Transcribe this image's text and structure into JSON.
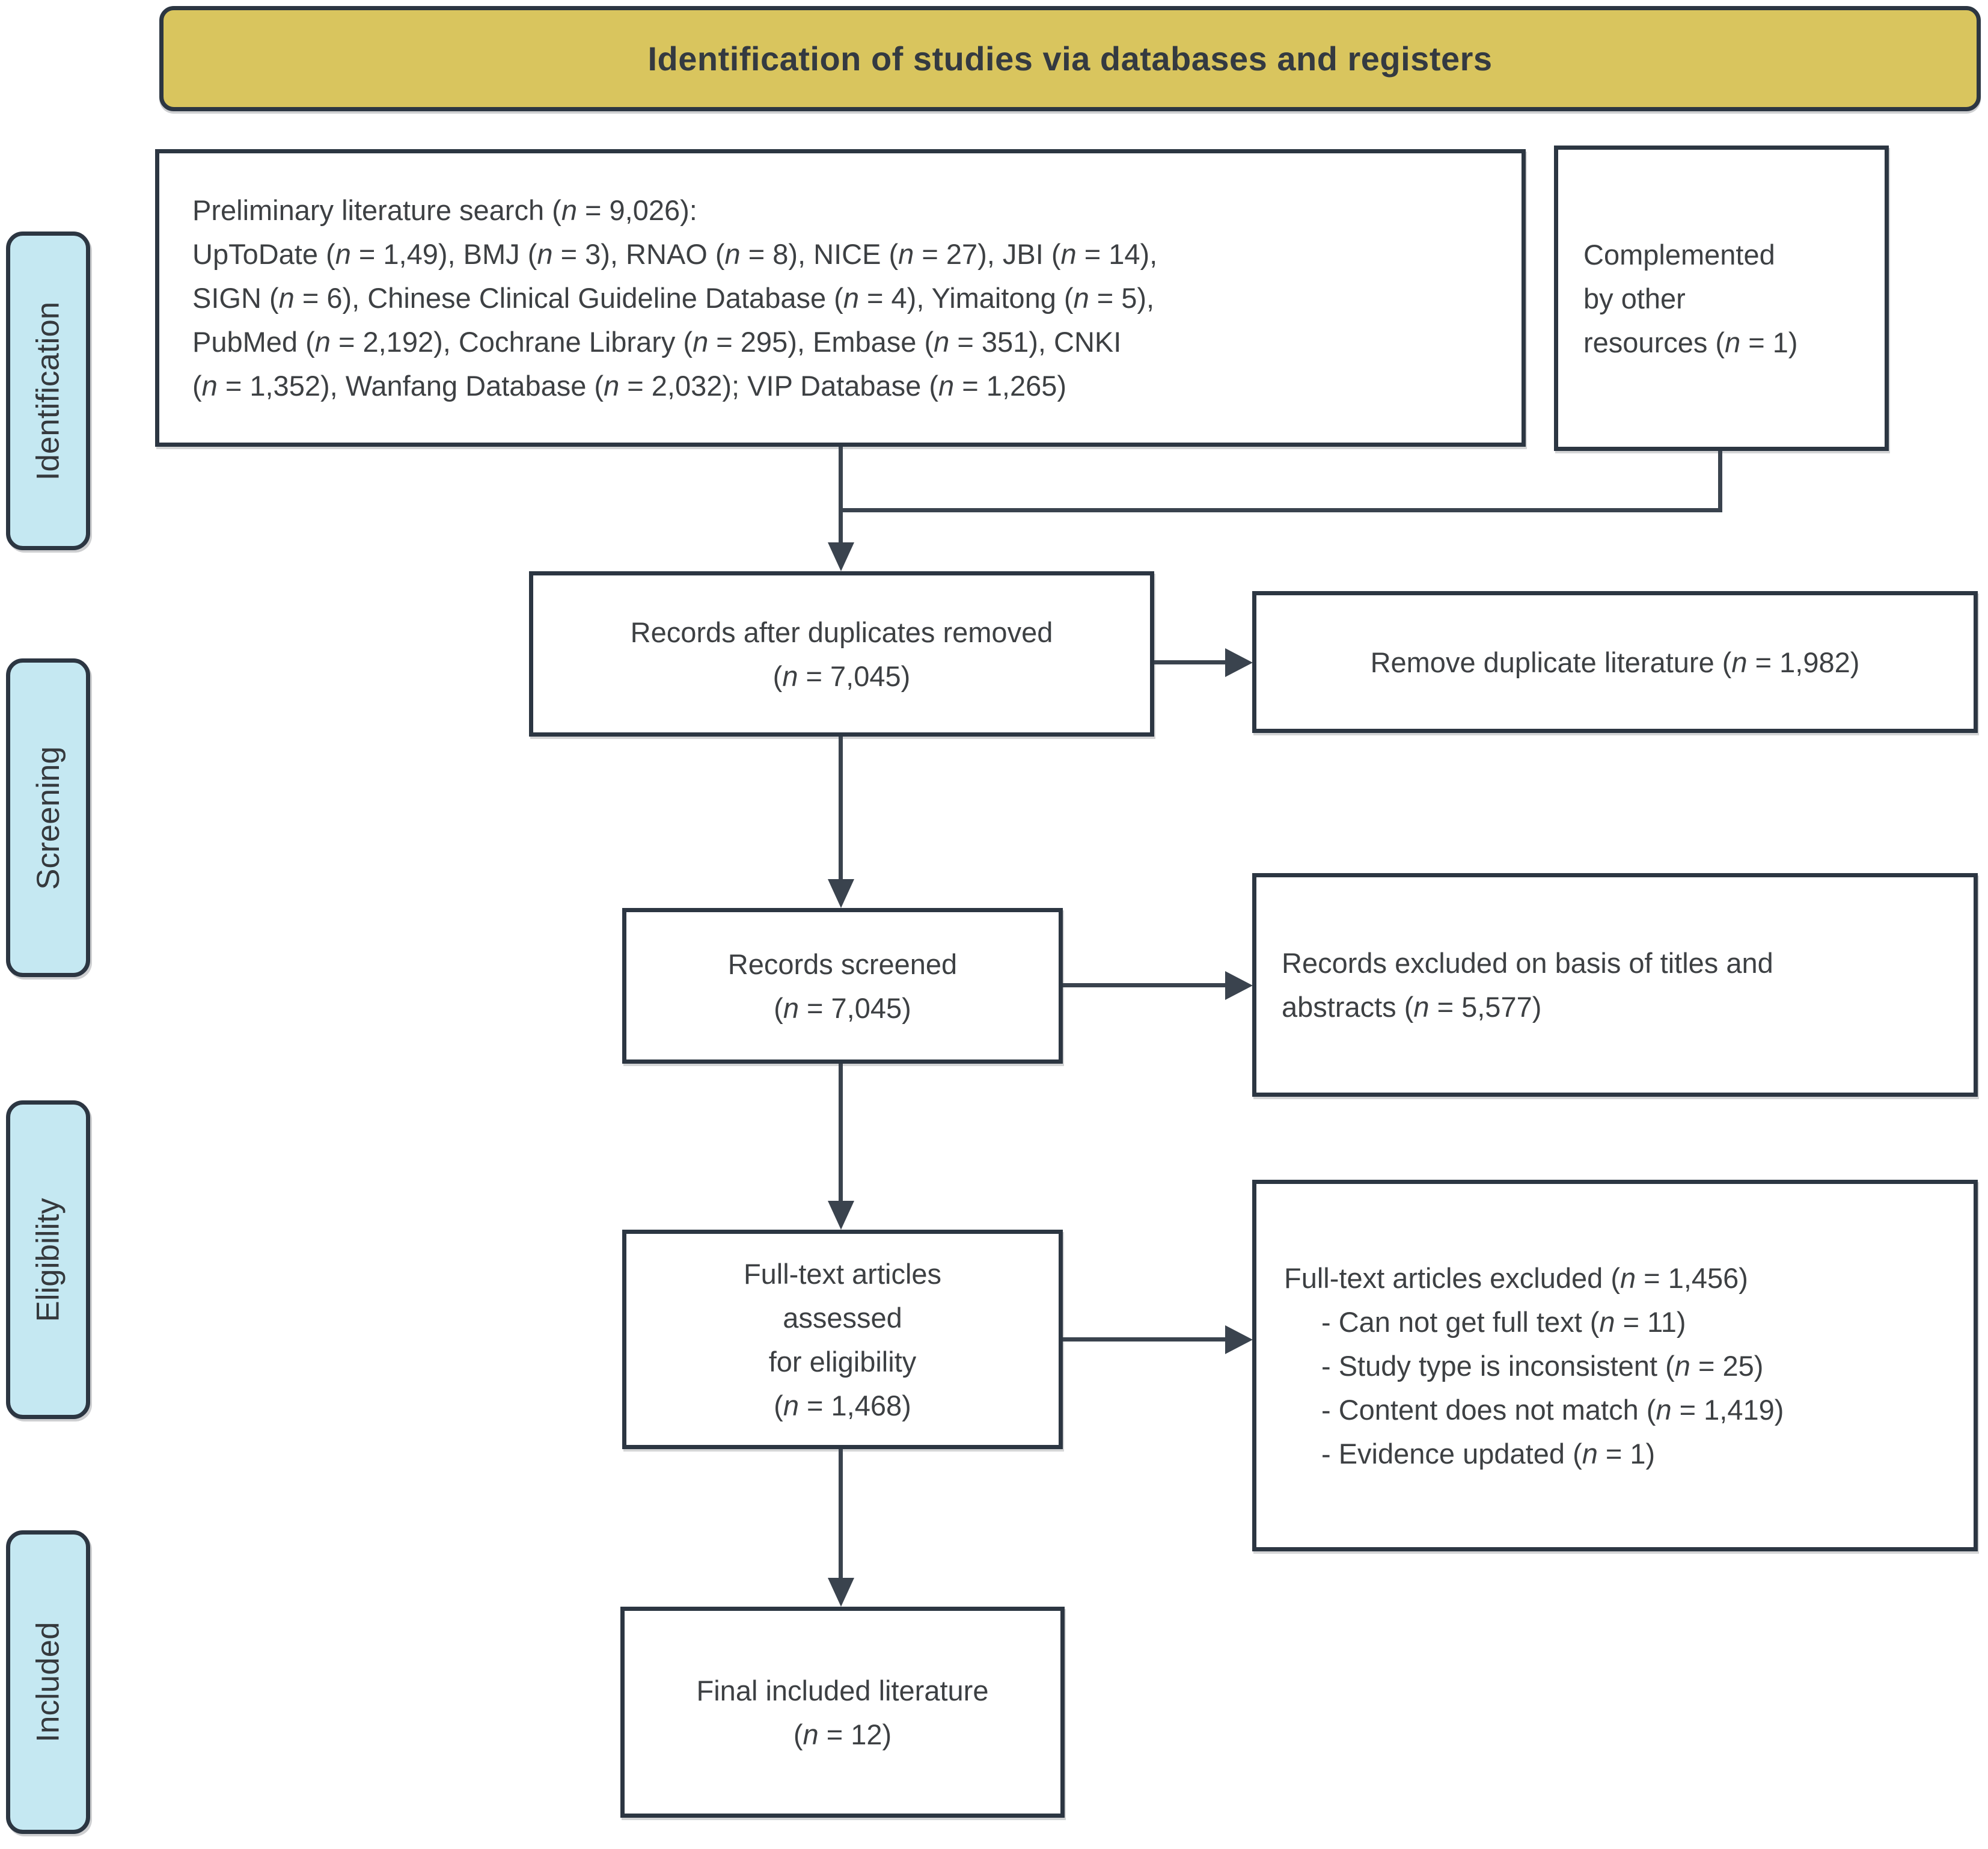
{
  "banner": {
    "title": "Identification of studies via databases and registers"
  },
  "stages": [
    {
      "label": "Identification"
    },
    {
      "label": "Screening"
    },
    {
      "label": "Eligibility"
    },
    {
      "label": "Included"
    }
  ],
  "boxes": {
    "preliminary_search": {
      "lines": [
        "Preliminary literature search (n = 9,026):",
        "UpToDate (n = 1,49), BMJ (n = 3), RNAO (n = 8), NICE (n = 27), JBI (n = 14),",
        "SIGN (n = 6), Chinese Clinical Guideline Database (n = 4), Yimaitong (n = 5),",
        "PubMed (n = 2,192), Cochrane Library (n = 295), Embase (n = 351), CNKI",
        "(n = 1,352), Wanfang Database (n = 2,032); VIP Database (n = 1,265)"
      ]
    },
    "complemented": {
      "lines": [
        "Complemented",
        "by other",
        "resources (n = 1)"
      ]
    },
    "after_duplicates": {
      "lines": [
        "Records after duplicates removed",
        "(n = 7,045)"
      ]
    },
    "remove_duplicates": {
      "lines": [
        "Remove duplicate literature (n = 1,982)"
      ]
    },
    "screened": {
      "lines": [
        "Records screened",
        "(n = 7,045)"
      ]
    },
    "excluded_titles_abstracts": {
      "lines": [
        "Records excluded on basis of titles and",
        "abstracts (n = 5,577)"
      ]
    },
    "fulltext_assessed": {
      "lines": [
        "Full-text articles",
        "assessed",
        "for eligibility",
        "(n = 1,468)"
      ]
    },
    "fulltext_excluded": {
      "title": "Full-text articles excluded (n = 1,456)",
      "items": [
        "- Can not get full text (n = 11)",
        "- Study type is inconsistent (n = 25)",
        "- Content does not match (n = 1,419)",
        "- Evidence updated (n = 1)"
      ]
    },
    "final_included": {
      "lines": [
        "Final included literature",
        "(n = 12)"
      ]
    }
  },
  "colors": {
    "banner_bg": "#d9c55e",
    "stage_bg": "#c5e8f2",
    "border": "#2c3642",
    "line": "#3a434e",
    "text": "#3d4043"
  }
}
